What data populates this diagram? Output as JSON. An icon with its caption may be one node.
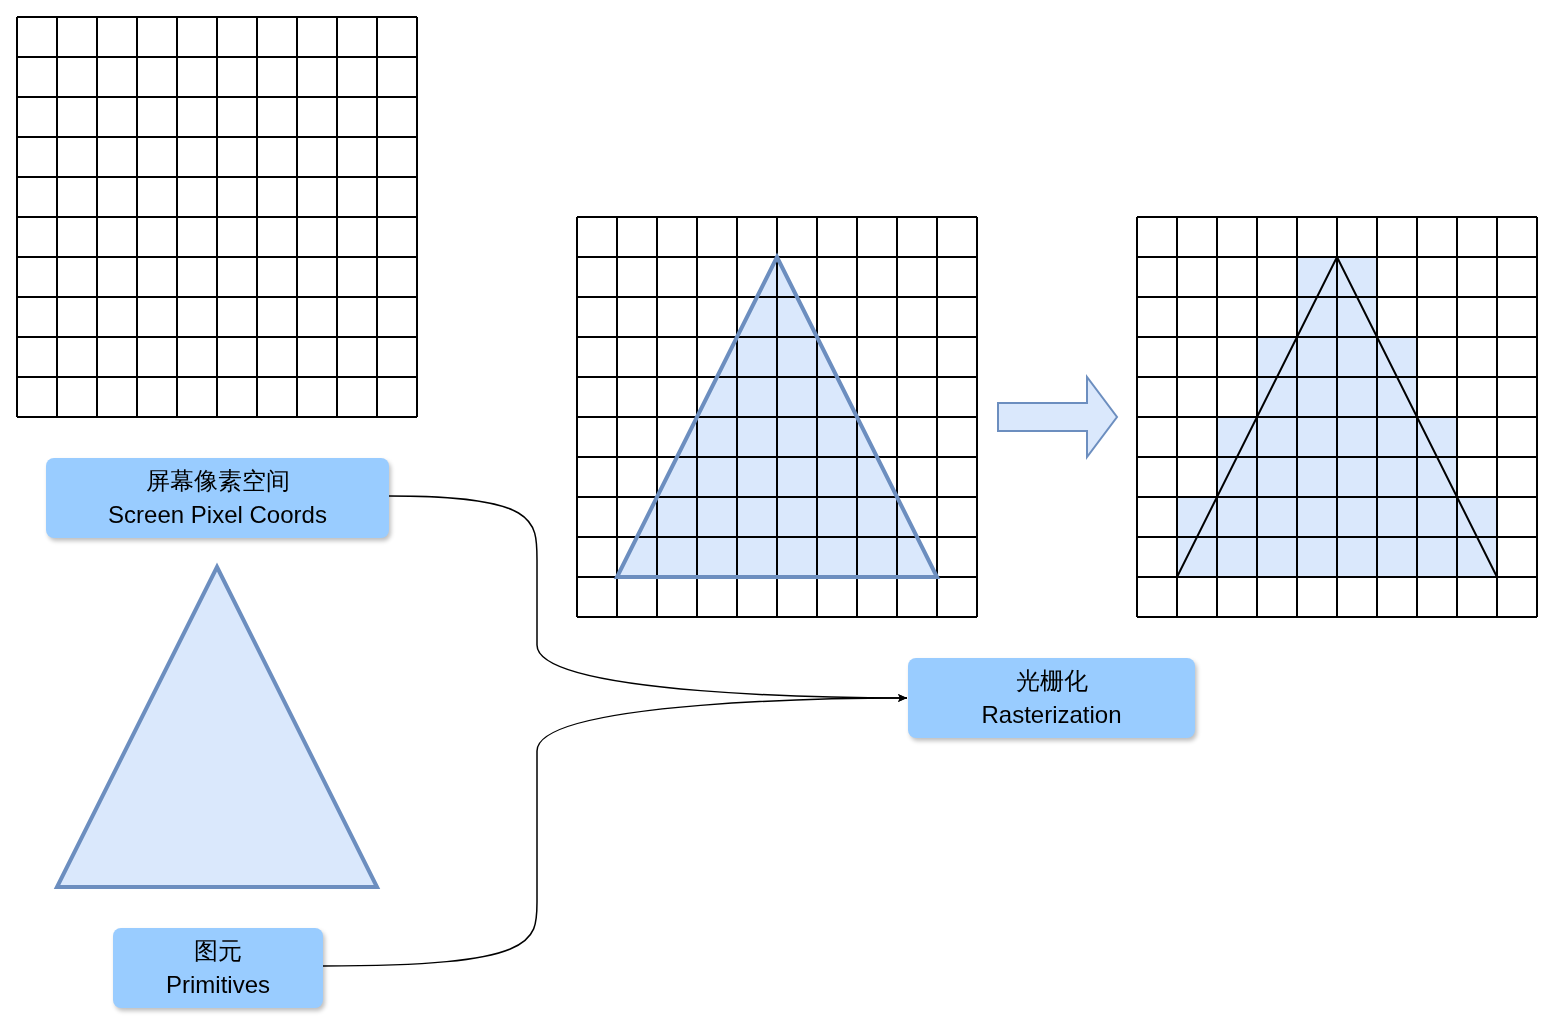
{
  "diagram": {
    "nodes": [
      {
        "text": [
          "屏幕像素空间",
          "Screen Pixel Coords"
        ]
      },
      {
        "text": [
          "图元",
          "Primitives"
        ]
      },
      {
        "text": [
          "光栅化",
          "Rasterization"
        ]
      },
      {
        "text": [],
        "shape": "picture"
      },
      {
        "text": [],
        "shape": "picture"
      }
    ],
    "edges": [
      {
        "from": 0,
        "to": 2,
        "arrow": "to"
      },
      {
        "from": 1,
        "to": 2,
        "arrow": "to"
      },
      {
        "from": 3,
        "to": 4,
        "arrow": "to",
        "style": "thick"
      }
    ]
  }
}
